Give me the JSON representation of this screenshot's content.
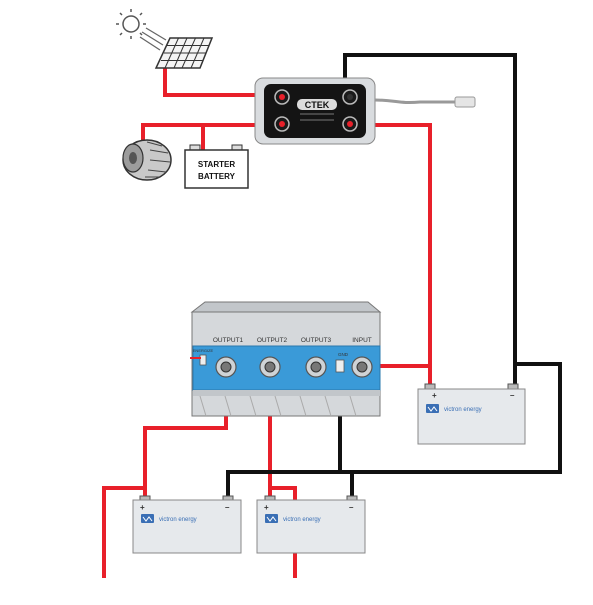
{
  "starter_battery": {
    "line1": "STARTER",
    "line2": "BATTERY"
  },
  "charger": {
    "brand": "CTEK"
  },
  "isolator": {
    "outputs": [
      "OUTPUT1",
      "OUTPUT2",
      "OUTPUT3",
      "INPUT"
    ],
    "ground_label": "GND",
    "small_label": "ENERGIZE"
  },
  "battery_brand": "victron energy",
  "colors": {
    "positive_wire": "#e8202a",
    "negative_wire": "#111111",
    "isolator_face": "#3a9ad8",
    "battery_body": "#e6e9ec"
  }
}
